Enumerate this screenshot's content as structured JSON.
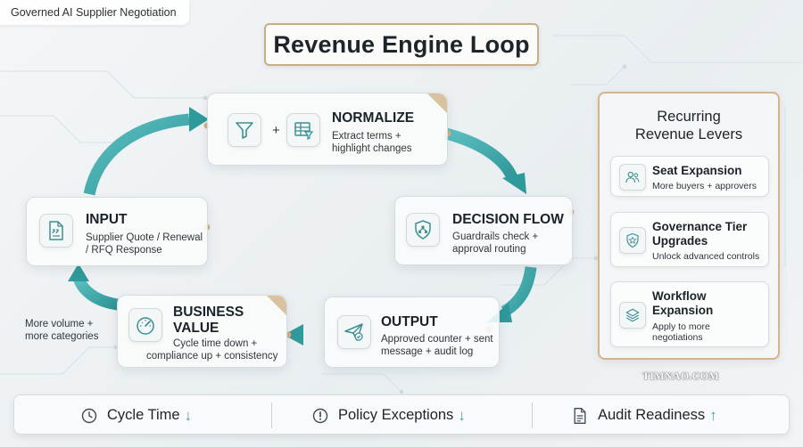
{
  "top_label": "Governed AI Supplier Negotiation",
  "title": "Revenue Engine Loop",
  "colors": {
    "accent_teal": "#3aa6a8",
    "accent_gold": "#c9ad84",
    "text_dark": "#1d242a"
  },
  "loop": {
    "normalize": {
      "title": "NORMALIZE",
      "body": [
        "Extract terms +",
        "highlight changes"
      ],
      "plus": "+",
      "icons": [
        "filter-icon",
        "table-filter-icon"
      ]
    },
    "decision_flow": {
      "title": "DECISION FLOW",
      "body": [
        "Guardrails check +",
        "approval routing"
      ],
      "icon": "shield-network-icon"
    },
    "output": {
      "title": "OUTPUT",
      "body": [
        "Approved counter + sent",
        "message + audit log"
      ],
      "icon": "send-check-icon"
    },
    "business_value": {
      "title": [
        "BUSINESS",
        "VALUE"
      ],
      "body": [
        "Cycle time down +",
        "compliance up + consistency"
      ],
      "icon": "gauge-icon"
    },
    "input": {
      "title": "INPUT",
      "body": [
        "Supplier Quote / Renewal",
        "/ RFQ Response"
      ],
      "icon": "quote-document-icon"
    },
    "side_note": [
      "More volume +",
      "more categories"
    ]
  },
  "levers": {
    "title": [
      "Recurring",
      "Revenue Levers"
    ],
    "items": [
      {
        "title": [
          "Seat Expansion"
        ],
        "desc": [
          "More buyers + approvers"
        ],
        "icon": "users-icon"
      },
      {
        "title": [
          "Governance Tier",
          "Upgrades"
        ],
        "desc": [
          "Unlock advanced controls"
        ],
        "icon": "shield-star-icon"
      },
      {
        "title": [
          "Workflow",
          "Expansion"
        ],
        "desc": [
          "Apply to more",
          "negotiations"
        ],
        "icon": "layers-icon"
      }
    ]
  },
  "watermark": "TIMNAO.COM",
  "metrics": [
    {
      "label": "Cycle Time",
      "arrow": "↓",
      "icon": "clock-icon"
    },
    {
      "label": "Policy Exceptions",
      "arrow": "↓",
      "icon": "alert-circle-icon"
    },
    {
      "label": "Audit Readiness",
      "arrow": "↑",
      "icon": "document-icon"
    }
  ]
}
